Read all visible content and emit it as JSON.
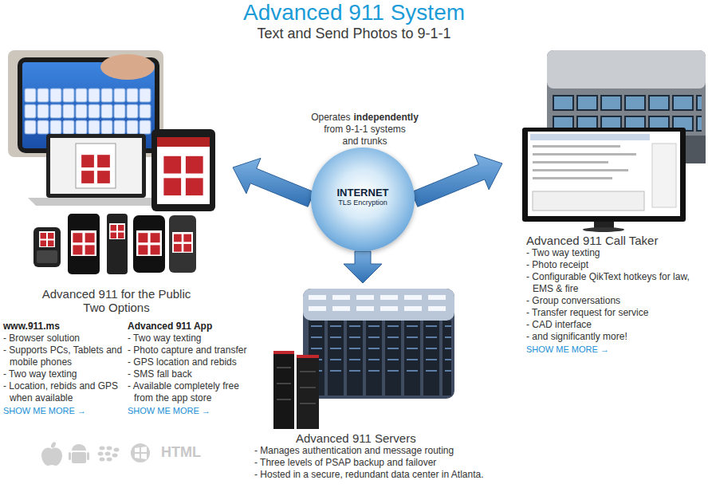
{
  "diagram": {
    "title": "Advanced 911 System",
    "nodes": [
      {
        "text": [
          "Advanced 911 for the Public Two Options"
        ]
      },
      {
        "text": [
          "www.911.ms",
          "- Browser solution",
          "- Supports PCs, Tablets and mobile phones",
          "- Two way texting",
          "- Location, rebids and GPS when available",
          "SHOW ME MORE →"
        ]
      },
      {
        "text": [
          "Advanced 911 App",
          "- Two way texting",
          "- Photo capture and transfer",
          "- GPS location and rebids",
          "- SMS fall back",
          "- Available completely free from the app store",
          "SHOW ME MORE →"
        ]
      },
      {
        "text": [
          "INTERNET",
          "TLS Encryption"
        ]
      },
      {
        "text": [
          "Advanced 911 Call Taker",
          "- Two way texting",
          "- Photo receipt",
          "- Configurable QikText hotkeys for law, EMS & fire",
          "- Group conversations",
          "- Transfer request for service",
          "- CAD interface",
          "- and significantly more!",
          "SHOW ME MORE →"
        ]
      },
      {
        "text": [
          "Advanced 911 Servers",
          "- Manages authentication and message routing",
          "- Three levels of PSAP backup and failover",
          "- Hosted in a secure, redundant data center in Atlanta."
        ]
      }
    ],
    "edges": [
      {
        "from": 3,
        "to": 0,
        "arrow": "to"
      },
      {
        "from": 3,
        "to": 4,
        "arrow": "to"
      },
      {
        "from": 3,
        "to": 5,
        "arrow": "to"
      }
    ],
    "labels": [
      "Text and Send Photos to 9-1-1",
      "Operates",
      "independently",
      "from 9-1-1 systems",
      "and trunks",
      "HTML"
    ]
  }
}
